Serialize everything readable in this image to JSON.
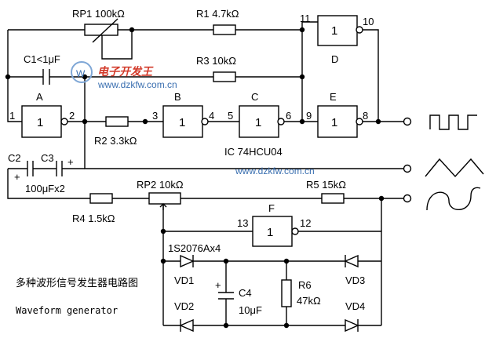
{
  "components": {
    "rp1": "RP1  100kΩ",
    "r1": "R1  4.7kΩ",
    "c1": "C1<1μF",
    "r3": "R3  10kΩ",
    "r2": "R2  3.3kΩ",
    "c2": "C2",
    "c3": "C3",
    "c23_value": "100μFx2",
    "r4": "R4  1.5kΩ",
    "rp2": "RP2  10kΩ",
    "r5": "R5  15kΩ",
    "diodes": "1S2076Ax4",
    "vd1": "VD1",
    "vd2": "VD2",
    "vd3": "VD3",
    "vd4": "VD4",
    "c4": "C4",
    "c4_value": "10μF",
    "r6": "R6",
    "r6_value": "47kΩ",
    "ic": "IC  74HCU04"
  },
  "gates": {
    "a": "A",
    "b": "B",
    "c": "C",
    "d": "D",
    "e": "E",
    "f": "F",
    "symbol": "1"
  },
  "pins": {
    "p1": "1",
    "p2": "2",
    "p3": "3",
    "p4": "4",
    "p5": "5",
    "p6": "6",
    "p8": "8",
    "p9": "9",
    "p10": "10",
    "p11": "11",
    "p12": "12",
    "p13": "13",
    "plus1": "+",
    "plus2": "+",
    "plus3": "+"
  },
  "watermark": {
    "text": "电子开发王",
    "url": "www.dzkfw.com.cn",
    "url2": "www.dzkfw.com.cn"
  },
  "caption": {
    "zh": "多种波形信号发生器电路图",
    "en": "Waveform generator"
  }
}
